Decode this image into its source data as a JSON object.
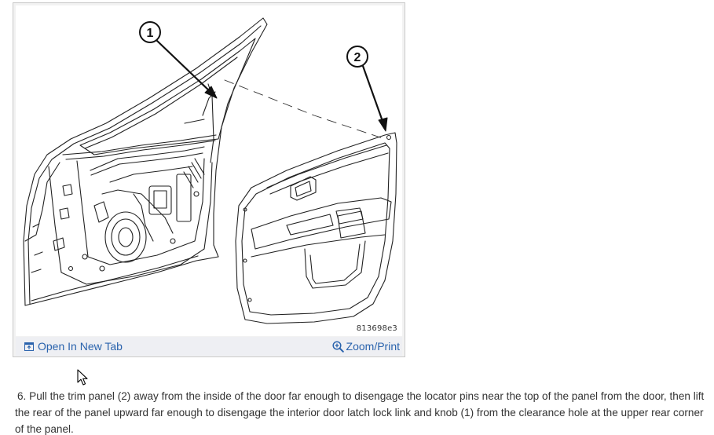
{
  "figure": {
    "callouts": [
      "1",
      "2"
    ],
    "image_id": "813698e3",
    "open_tab_label": "Open In New Tab",
    "zoom_label": "Zoom/Print",
    "icons": {
      "open_tab": "open-in-new-tab-icon",
      "zoom": "magnifier-plus-icon",
      "cursor": "mouse-pointer-icon"
    },
    "link_color": "#2a63ad"
  },
  "step": {
    "number": "6.",
    "text": "Pull the trim panel (2) away from the inside of the door far enough to disengage the locator pins near the top of the panel from the door, then lift the rear of the panel upward far enough to disengage the interior door latch lock link and knob (1) from the clearance hole at the upper rear corner of the panel."
  }
}
